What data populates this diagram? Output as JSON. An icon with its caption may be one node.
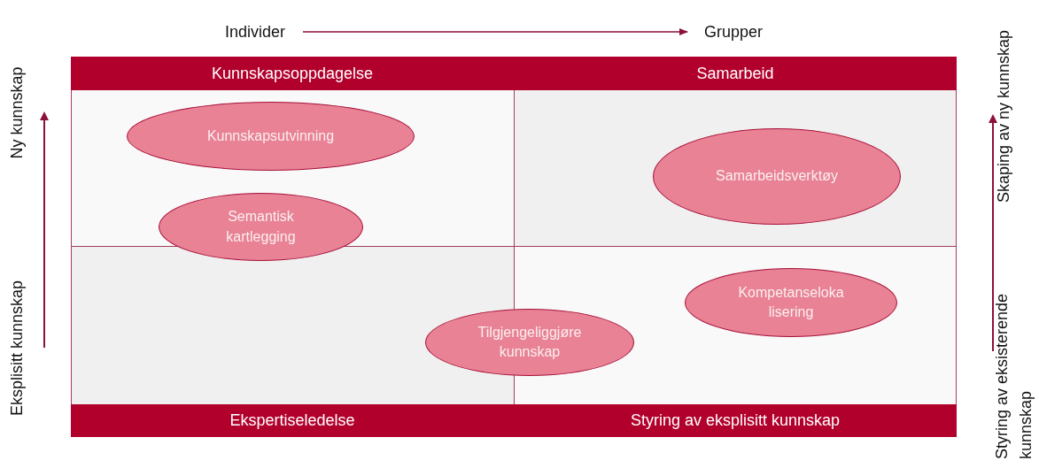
{
  "diagram": {
    "nodes": [
      {
        "text": [
          "Individer"
        ]
      },
      {
        "text": [
          "Grupper"
        ]
      },
      {
        "text": [
          "Kunnskapsoppdagelse"
        ]
      },
      {
        "text": [
          "Samarbeid"
        ]
      },
      {
        "text": [
          "Kunnskapsutvinning"
        ]
      },
      {
        "text": [
          "Samarbeidsverktøy"
        ]
      },
      {
        "text": [
          "Semantisk kartlegging"
        ]
      },
      {
        "text": [
          "Kompetanseloka lisering"
        ]
      },
      {
        "text": [
          "Tilgjengeliggjøre kunnskap"
        ]
      },
      {
        "text": [
          "Ekspertiseledelse"
        ]
      },
      {
        "text": [
          "Styring av eksplisitt kunnskap"
        ]
      }
    ],
    "edges": [
      {
        "from": 0,
        "to": 1,
        "arrow": "to"
      }
    ],
    "labels": [
      "Ny kunnskap",
      "Eksplisitt kunnskap",
      "Skaping av ny kunnskap",
      "Styring av eksisterende kunnskap"
    ]
  }
}
